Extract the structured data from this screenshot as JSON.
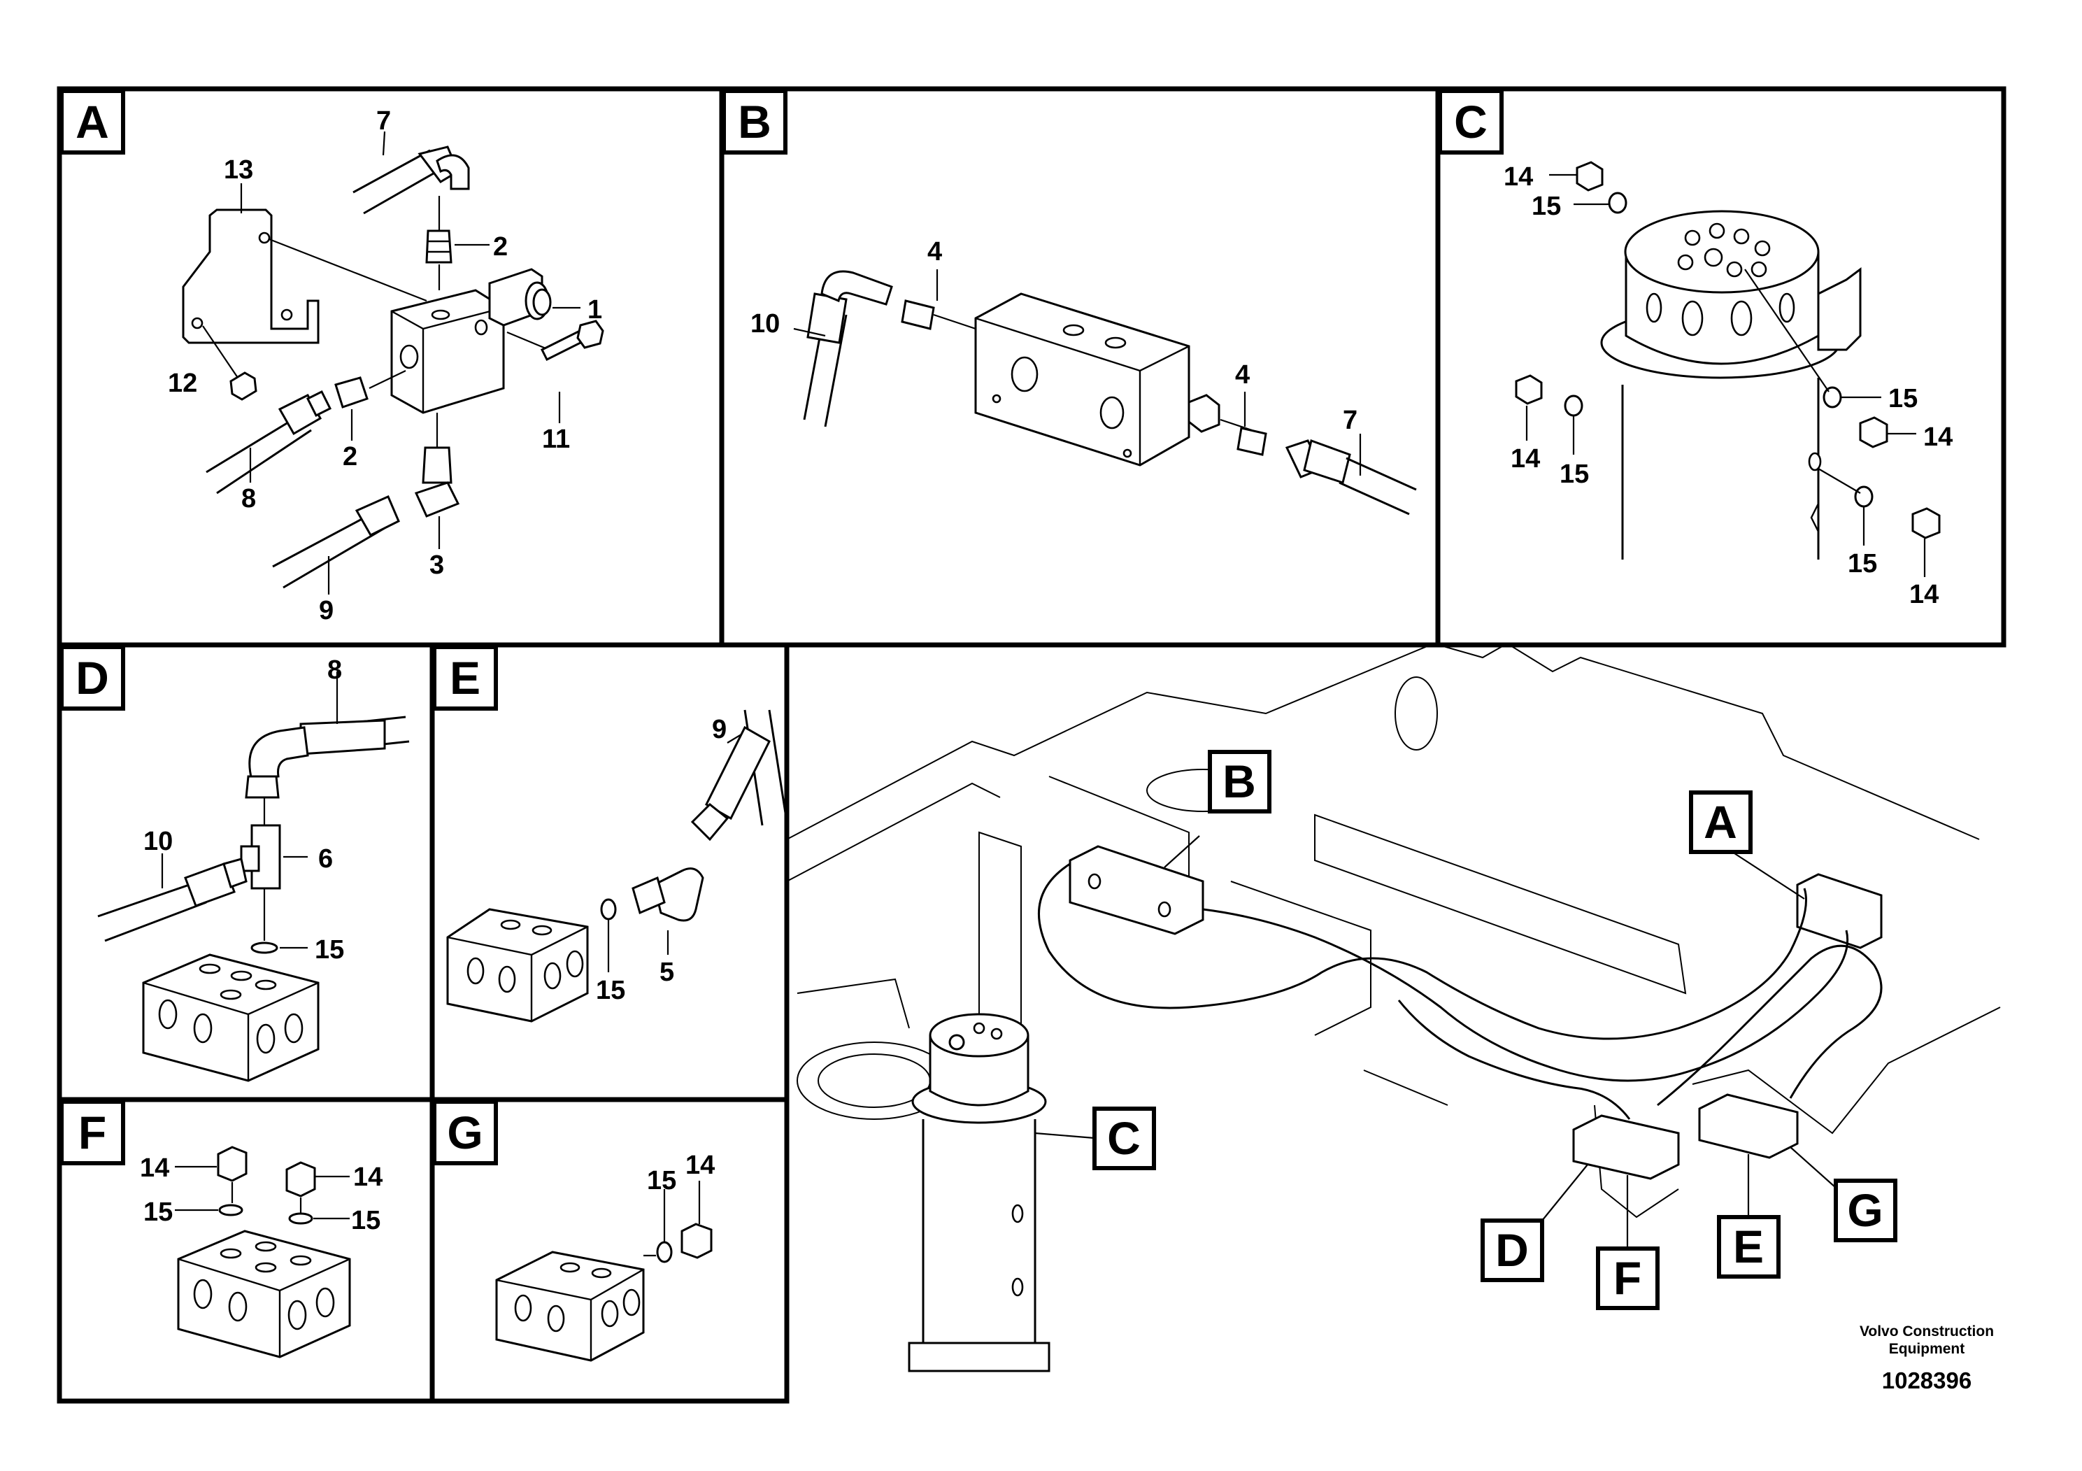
{
  "document": {
    "brand_line1": "Volvo Construction",
    "brand_line2": "Equipment",
    "illustration_number": "1028396"
  },
  "panels": {
    "A": {
      "label": "A",
      "callouts": [
        "1",
        "2",
        "2",
        "3",
        "7",
        "8",
        "9",
        "11",
        "12",
        "13"
      ]
    },
    "B": {
      "label": "B",
      "callouts": [
        "4",
        "4",
        "7",
        "10"
      ]
    },
    "C": {
      "label": "C",
      "callouts": [
        "14",
        "15",
        "14",
        "15",
        "15",
        "14",
        "15",
        "14"
      ]
    },
    "D": {
      "label": "D",
      "callouts": [
        "8",
        "10",
        "6",
        "15"
      ]
    },
    "E": {
      "label": "E",
      "callouts": [
        "9",
        "5",
        "15"
      ]
    },
    "F": {
      "label": "F",
      "callouts": [
        "14",
        "14",
        "15",
        "15"
      ]
    },
    "G": {
      "label": "G",
      "callouts": [
        "15",
        "14"
      ]
    }
  },
  "overview": {
    "locator_labels": [
      "A",
      "B",
      "C",
      "D",
      "E",
      "F",
      "G"
    ]
  }
}
